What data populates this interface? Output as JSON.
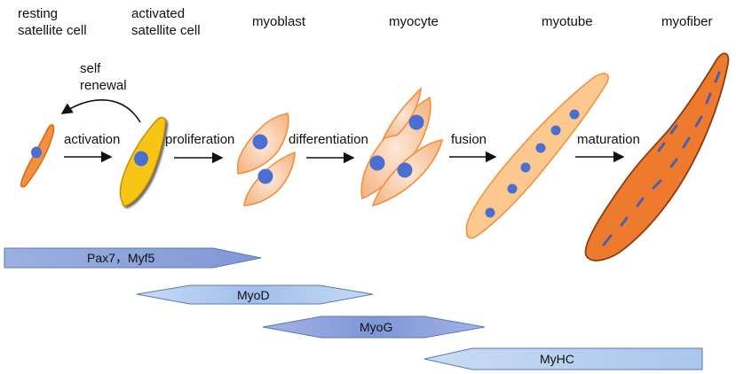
{
  "stages": [
    {
      "id": "resting",
      "line1": "resting",
      "line2": "satellite cell"
    },
    {
      "id": "activated",
      "line1": "activated",
      "line2": "satellite cell"
    },
    {
      "id": "myoblast",
      "line1": "myoblast",
      "line2": ""
    },
    {
      "id": "myocyte",
      "line1": "myocyte",
      "line2": ""
    },
    {
      "id": "myotube",
      "line1": "myotube",
      "line2": ""
    },
    {
      "id": "myofiber",
      "line1": "myofiber",
      "line2": ""
    }
  ],
  "steps": {
    "self_renewal_line1": "self",
    "self_renewal_line2": "renewal",
    "activation": "activation",
    "proliferation": "proliferation",
    "differentiation": "differentiation",
    "fusion": "fusion",
    "maturation": "maturation"
  },
  "markers": {
    "pax7_myf5": "Pax7，Myf5",
    "myod": "MyoD",
    "myog": "MyoG",
    "myhc": "MyHC"
  },
  "colors": {
    "cell_orange": "#f2913e",
    "cell_outline": "#e0641b",
    "cell_light": "#fbd0b0",
    "activated_yellow": "#f7c515",
    "nucleus_blue": "#4a6fd1",
    "myotube_fill": "#fbc990",
    "myofiber_fill": "#ee7a2e",
    "myofiber_outline": "#8b3a12",
    "bar_blue": "#8ea6dc",
    "bar_light": "#a9c8ee",
    "bar_outline": "#5b78b8"
  }
}
